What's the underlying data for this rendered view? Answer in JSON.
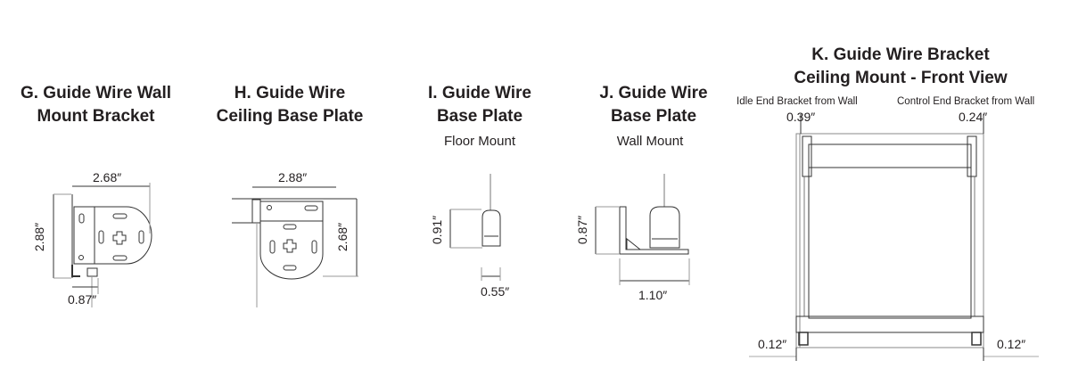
{
  "panels": {
    "g": {
      "title_line1": "G.  Guide Wire Wall",
      "title_line2": "Mount  Bracket",
      "width": "2.68″",
      "height": "2.88″",
      "offset": "0.87″"
    },
    "h": {
      "title_line1": "H.  Guide Wire",
      "title_line2": "Ceiling Base Plate",
      "width": "2.88″",
      "height": "2.68″"
    },
    "i": {
      "title_line1": "I.  Guide Wire",
      "title_line2": "Base Plate",
      "subtitle": "Floor Mount",
      "height": "0.91″",
      "width": "0.55″"
    },
    "j": {
      "title_line1": "J.  Guide Wire",
      "title_line2": "Base Plate",
      "subtitle": "Wall Mount",
      "height": "0.87″",
      "width": "1.10″"
    },
    "k": {
      "title_line1": "K.  Guide Wire Bracket",
      "title_line2": "Ceiling Mount - Front View",
      "idle_label": "Idle End Bracket from Wall",
      "idle_value": "0.39″",
      "control_label": "Control End Bracket from Wall",
      "control_value": "0.24″",
      "bottom_left": "0.12″",
      "bottom_right": "0.12″"
    }
  }
}
